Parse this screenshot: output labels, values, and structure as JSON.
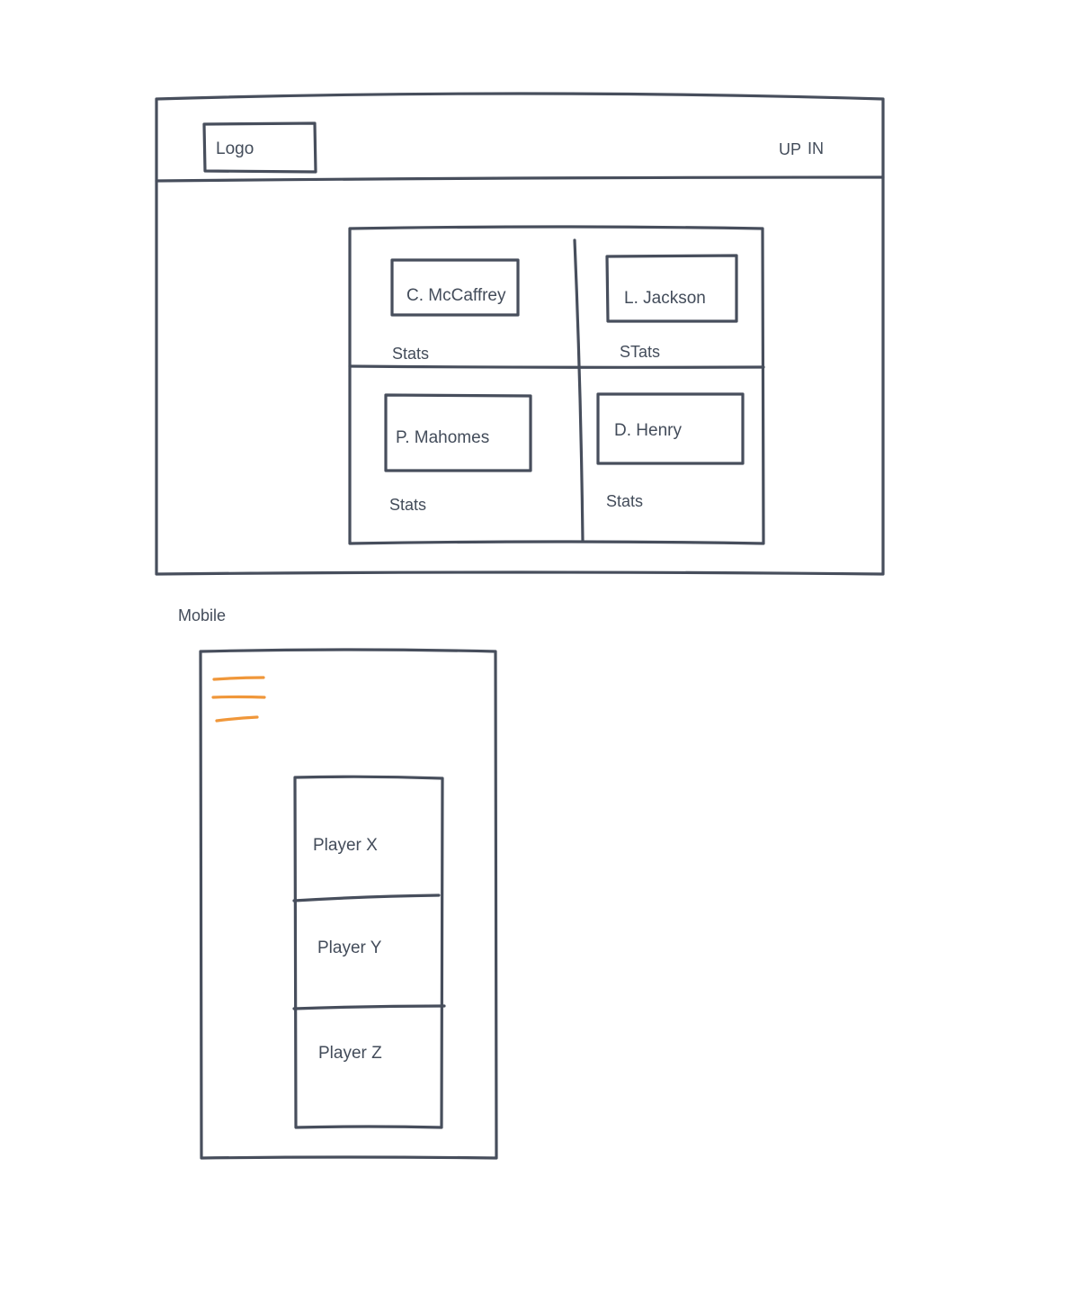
{
  "desktop": {
    "logo": "Logo",
    "nav": {
      "signup": "UP",
      "signin": "IN"
    },
    "players": [
      {
        "name": "C. McCaffrey",
        "stats": "Stats"
      },
      {
        "name": "L. Jackson",
        "stats": "STats"
      },
      {
        "name": "P. Mahomes",
        "stats": "Stats"
      },
      {
        "name": "D. Henry",
        "stats": "Stats"
      }
    ]
  },
  "mobile": {
    "label": "Mobile",
    "menu_icon": "hamburger-menu-icon",
    "players": [
      "Player X",
      "Player Y",
      "Player Z"
    ]
  },
  "colors": {
    "stroke": "#474e5c",
    "text": "#434c5a",
    "accent": "#f0973a"
  }
}
